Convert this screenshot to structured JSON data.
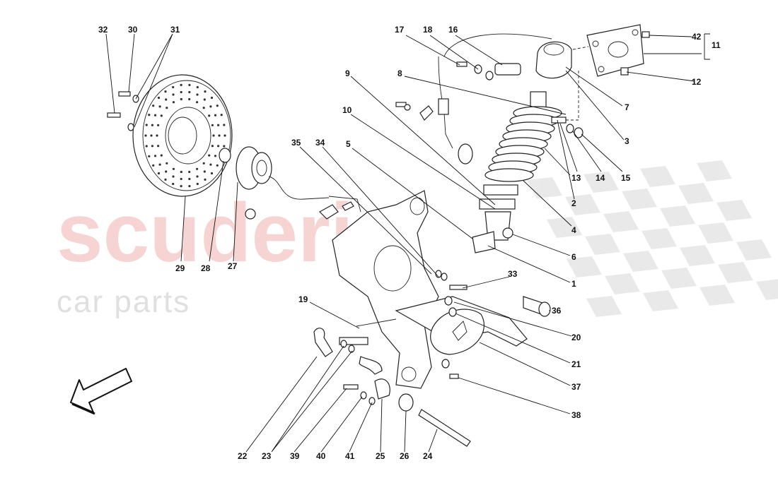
{
  "watermark": {
    "brand": "scuderia",
    "subtitle": "car  parts"
  },
  "colors": {
    "watermark_red": "#f4c6c6",
    "watermark_grey": "#e0e0e0",
    "line": "#222222"
  },
  "callouts": [
    "1",
    "2",
    "3",
    "4",
    "5",
    "6",
    "7",
    "8",
    "9",
    "10",
    "11",
    "12",
    "13",
    "14",
    "15",
    "16",
    "17",
    "18",
    "19",
    "20",
    "21",
    "22",
    "23",
    "24",
    "25",
    "26",
    "27",
    "28",
    "29",
    "30",
    "31",
    "32",
    "33",
    "34",
    "35",
    "36",
    "37",
    "38",
    "39",
    "40",
    "41",
    "42"
  ],
  "icons": {
    "direction_arrow": "front-direction-arrow-icon"
  }
}
